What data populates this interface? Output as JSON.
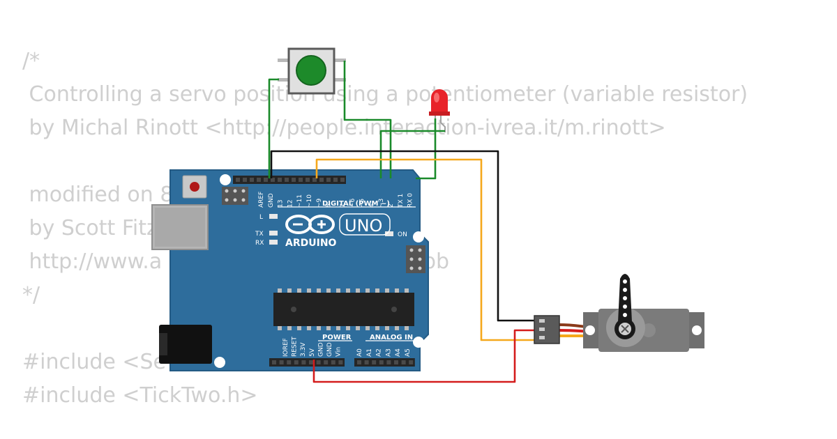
{
  "code": {
    "lines": [
      "/*",
      " Controlling a servo position using a potentiometer (variable resistor)",
      " by Michal Rinott <http://people.interaction-ivrea.it/m.rinott>",
      " modified on 8",
      " by Scott Fitz",
      " http://www.a",
      "*/",
      "#include <Se",
      "#include <TickTwo.h>"
    ],
    "fragments": [
      ">",
      "bb"
    ]
  },
  "board": {
    "logo": "ARDUINO",
    "model": "UNO",
    "digital_header": "DIGITAL (PWM ~)",
    "power_header": "POWER",
    "analog_header": "ANALOG IN",
    "led_l": "L",
    "led_tx": "TX",
    "led_rx": "RX",
    "led_on": "ON",
    "digital_pins": [
      "AREF",
      "GND",
      "13",
      "12",
      "~11",
      "~10",
      "~9",
      "8",
      "7",
      "~6",
      "~5",
      "4",
      "~3",
      "2",
      "TX 1",
      "RX 0"
    ],
    "power_pins": [
      "IOREF",
      "RESET",
      "3.3V",
      "5V",
      "GND",
      "GND",
      "Vin"
    ],
    "analog_pins": [
      "A0",
      "A1",
      "A2",
      "A3",
      "A4",
      "A5"
    ]
  },
  "wire_colors": {
    "green": "#1a8a2a",
    "black": "#111111",
    "orange": "#f5a81c",
    "red": "#d41c1c",
    "brown": "#8a3a1a"
  },
  "board_color": "#2e6d9c"
}
